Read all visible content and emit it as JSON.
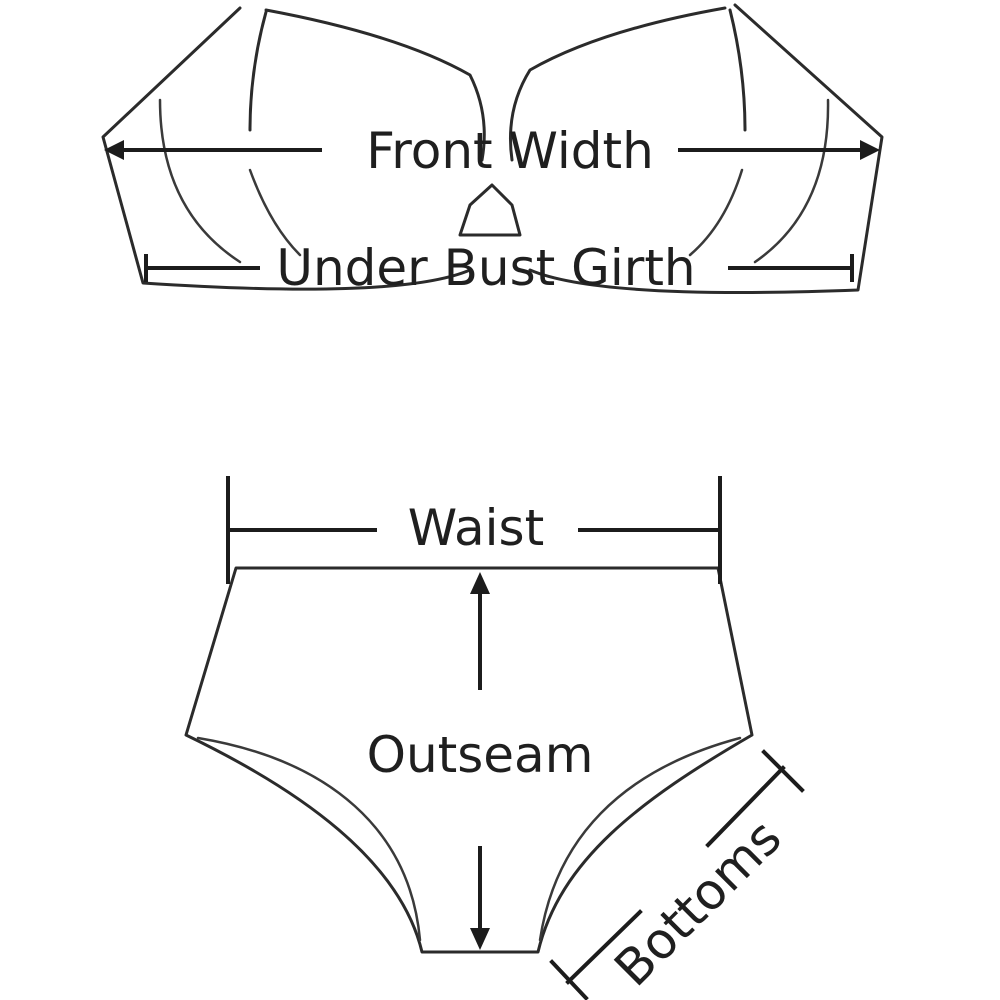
{
  "labels": {
    "front_width": "Front Width",
    "under_bust_girth": "Under Bust Girth",
    "waist": "Waist",
    "outseam": "Outseam",
    "bottoms": "Bottoms"
  }
}
